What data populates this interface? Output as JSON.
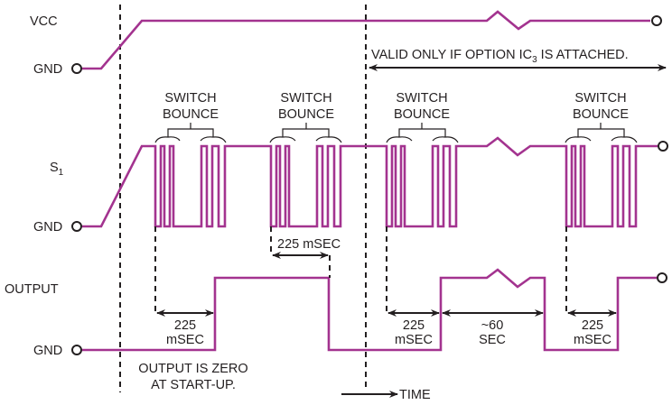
{
  "title": "Switch debounce timing diagram",
  "colors": {
    "signal": "#a3338f",
    "ink": "#231f20",
    "background": "#ffffff"
  },
  "signals": {
    "vcc": {
      "label_high": "VCC",
      "label_low": "GND"
    },
    "s1": {
      "label": "S",
      "label_sub": "1",
      "label_low": "GND"
    },
    "output": {
      "label": "OUTPUT",
      "label_low": "GND"
    }
  },
  "bounce_labels": [
    {
      "line1": "SWITCH",
      "line2": "BOUNCE"
    },
    {
      "line1": "SWITCH",
      "line2": "BOUNCE"
    },
    {
      "line1": "SWITCH",
      "line2": "BOUNCE"
    },
    {
      "line1": "SWITCH",
      "line2": "BOUNCE"
    }
  ],
  "annotations": {
    "valid_note_prefix": "VALID ONLY IF OPTION IC",
    "valid_note_sub": "3",
    "valid_note_suffix": " IS ATTACHED.",
    "delay_inline": "225 mSEC",
    "delays": [
      {
        "line1": "225",
        "line2": "mSEC"
      },
      {
        "line1": "225",
        "line2": "mSEC"
      },
      {
        "line1": "225",
        "line2": "mSEC"
      }
    ],
    "hold": {
      "line1": "~60",
      "line2": "SEC"
    },
    "startup_note_line1": "OUTPUT IS ZERO",
    "startup_note_line2": "AT START-UP.",
    "time_axis": "TIME"
  },
  "timing": {
    "debounce_delay_ms": 225,
    "output_hold_s": 60
  }
}
